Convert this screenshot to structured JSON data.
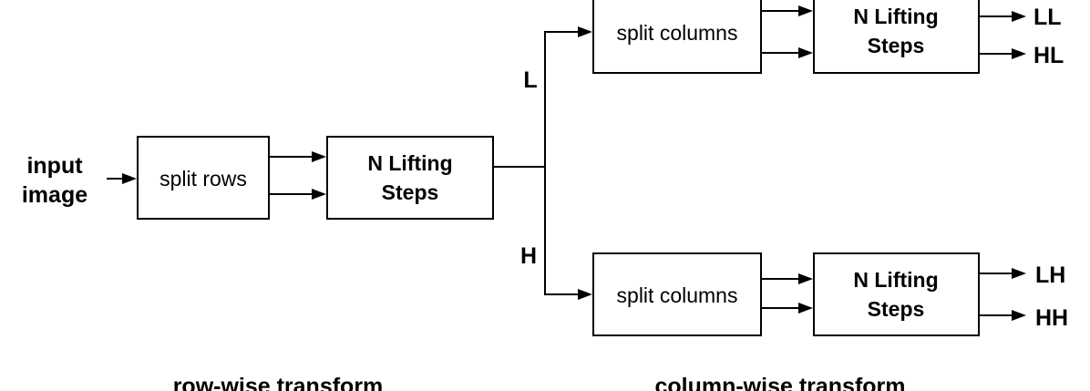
{
  "input_label": [
    "input",
    "image"
  ],
  "row_stage": {
    "split_label": "split rows",
    "lifting_label": [
      "N Lifting",
      "Steps"
    ]
  },
  "branches": {
    "low_label": "L",
    "high_label": "H"
  },
  "column_stage_top": {
    "split_label": "split columns",
    "lifting_label": [
      "N Lifting",
      "Steps"
    ],
    "outputs": [
      "LL",
      "HL"
    ]
  },
  "column_stage_bottom": {
    "split_label": "split columns",
    "lifting_label": [
      "N Lifting",
      "Steps"
    ],
    "outputs": [
      "LH",
      "HH"
    ]
  },
  "captions": {
    "row_wise": "row-wise transform",
    "column_wise": "column-wise transform"
  },
  "colors": {
    "stroke": "#000000",
    "background": "#ffffff"
  }
}
